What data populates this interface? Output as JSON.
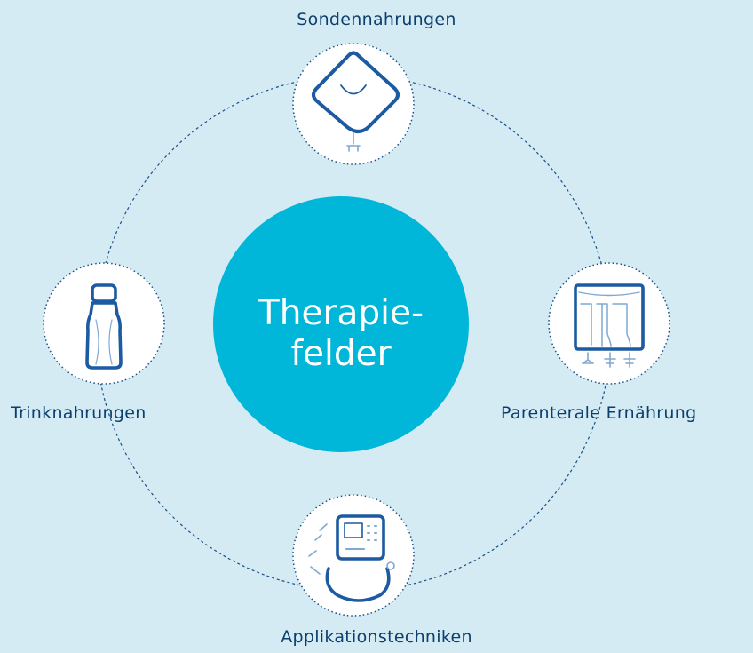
{
  "center": {
    "line1": "Therapie-",
    "line2": "felder"
  },
  "nodes": {
    "top": {
      "label": "Sondennahrungen",
      "icon": "tube-feeding-bag-icon"
    },
    "left": {
      "label": "Trinknahrungen",
      "icon": "drink-bottle-icon"
    },
    "right": {
      "label": "Parenterale Ernährung",
      "icon": "parenteral-bag-icon"
    },
    "bottom": {
      "label": "Applikationstechniken",
      "icon": "feeding-pump-icon"
    }
  },
  "colors": {
    "background": "#d4ebf4",
    "center_circle": "#00b6d9",
    "node_fill": "#ffffff",
    "ring_line": "#1c4f86",
    "text": "#0d3f6e",
    "icon_stroke": "#1c5aa2"
  }
}
